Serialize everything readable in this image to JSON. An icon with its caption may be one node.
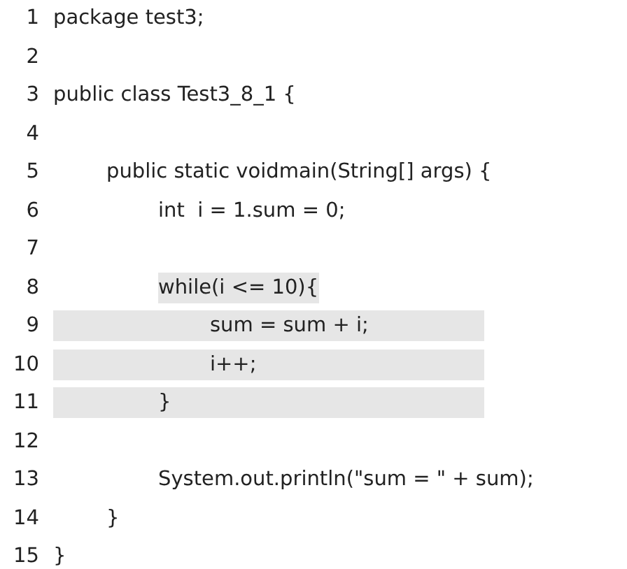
{
  "diagram": {
    "labels": [
      "1",
      "package test3;",
      "2",
      "3",
      "public class Test3_8_1 {",
      "4",
      "5",
      "public static voidmain(String[] args) {",
      "6",
      "int  i = 1.sum = 0;",
      "7",
      "8",
      "while(i <= 10){",
      "9",
      "sum = sum + i;",
      "10",
      "i++;",
      "11",
      "}",
      "12",
      "13",
      "System.out.println(\"sum = \" + sum);",
      "14",
      "}",
      "15",
      "}"
    ]
  }
}
